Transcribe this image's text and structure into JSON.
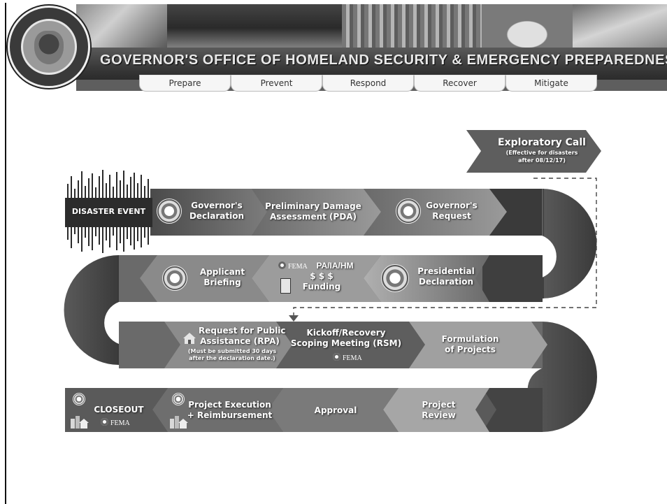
{
  "header": {
    "title": "GOVERNOR'S OFFICE OF HOMELAND SECURITY & EMERGENCY PREPAREDNESS",
    "nav_tabs": [
      "Prepare",
      "Prevent",
      "Respond",
      "Recover",
      "Mitigate"
    ],
    "seal_icon": "louisiana-seal-icon"
  },
  "diagram": {
    "start": "DISASTER EVENT",
    "exploratory_call": {
      "title": "Exploratory Call",
      "note_line1": "(Effective for disasters",
      "note_line2": "after 08/12/17)"
    },
    "row1": {
      "governors_declaration": [
        "Governor's",
        "Declaration"
      ],
      "pda": [
        "Preliminary Damage",
        "Assessment (PDA)"
      ],
      "governors_request": [
        "Governor's",
        "Request"
      ]
    },
    "row2": {
      "presidential_declaration": [
        "Presidential",
        "Declaration"
      ],
      "funding_programs": "PA/IA/HM",
      "funding_fema": "FEMA",
      "funding_dollars": "$ $ $",
      "funding_label": "Funding",
      "applicant_briefing": [
        "Applicant",
        "Briefing"
      ]
    },
    "row3": {
      "rpa": [
        "Request for Public",
        "Assistance (RPA)"
      ],
      "rpa_note": [
        "(Must be submitted 30 days",
        "after the declaration date.)"
      ],
      "rsm": [
        "Kickoff/Recovery",
        "Scoping Meeting (RSM)"
      ],
      "rsm_fema": "FEMA",
      "formulation": [
        "Formulation",
        "of Projects"
      ]
    },
    "row4": {
      "project_review": [
        "Project",
        "Review"
      ],
      "approval": "Approval",
      "project_execution": [
        "Project Execution",
        "+ Reimbursement"
      ],
      "closeout": "CLOSEOUT",
      "closeout_fema": "FEMA"
    }
  },
  "colors": {
    "band_dark": "#3a3a3a",
    "band_mid": "#6e6e6e",
    "band_light": "#a8a8a8",
    "banner": "#3a3a3a",
    "background": "#ffffff"
  }
}
